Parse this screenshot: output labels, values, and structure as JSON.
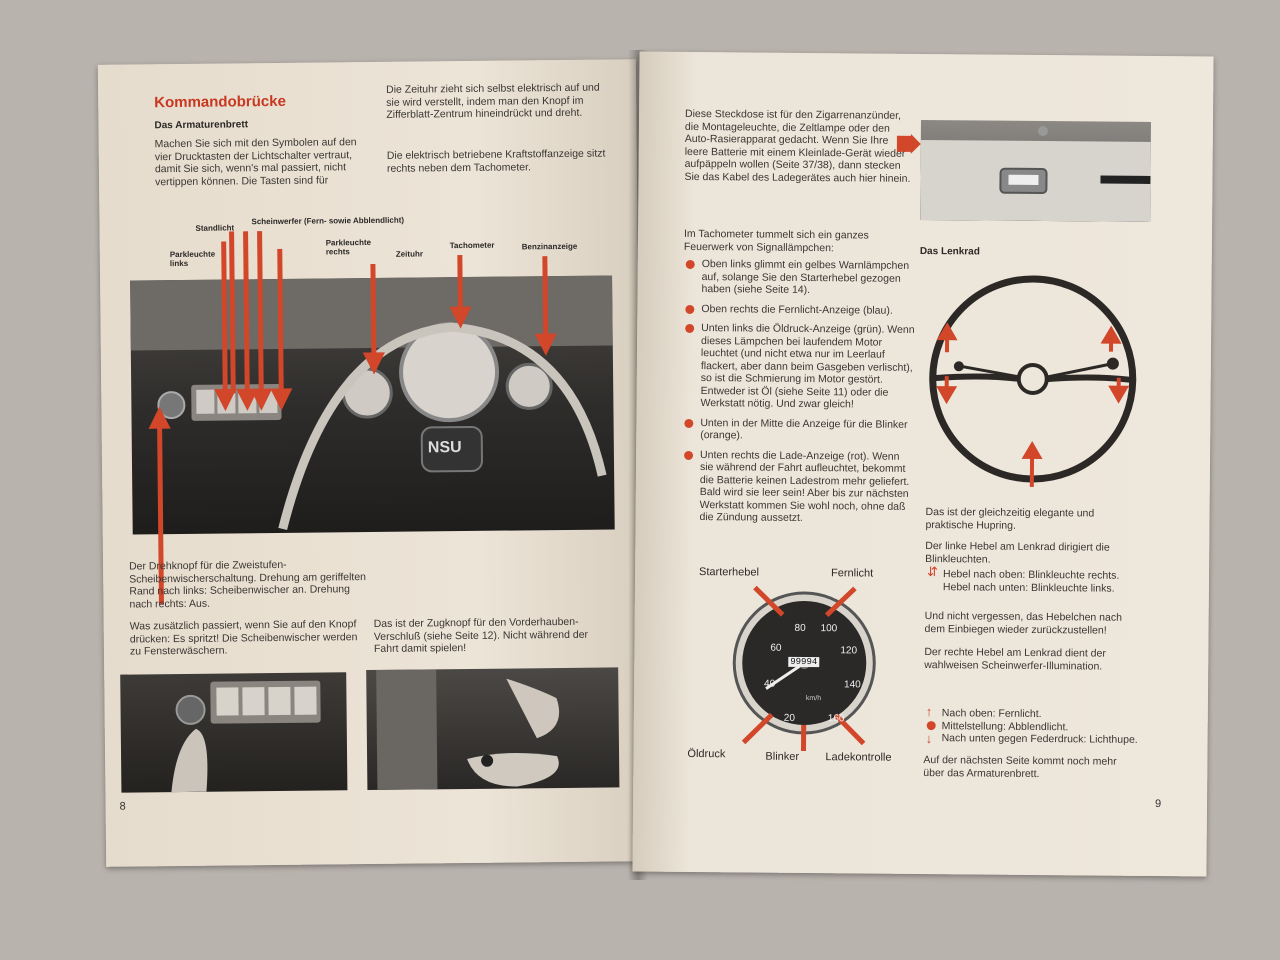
{
  "left_page": {
    "title": "Kommandobrücke",
    "subtitle": "Das Armaturenbrett",
    "intro": "Machen Sie sich mit den Symbolen auf den vier Drucktasten der Lichtschalter vertraut, damit Sie sich, wenn's mal passiert, nicht vertippen können. Die Tasten sind für",
    "clock_text": "Die Zeituhr zieht sich selbst elektrisch auf und sie wird verstellt, indem man den Knopf im Zifferblatt-Zentrum hineindrückt und dreht.",
    "fuel_text": "Die elektrisch betriebene Kraftstoffanzeige sitzt rechts neben dem Tachometer.",
    "labels": {
      "standlicht": "Standlicht",
      "scheinwerfer": "Scheinwerfer (Fern- sowie Abblendlicht)",
      "parkleuchte_links": "Parkleuchte links",
      "parkleuchte_rechts": "Parkleuchte rechts",
      "zeituhr": "Zeituhr",
      "tachometer": "Tachometer",
      "benzinanzeige": "Benzinanzeige"
    },
    "dash_badge": "NSU",
    "wiper_text": "Der Drehknopf für die Zweistufen-Scheibenwischerschaltung. Drehung am geriffelten Rand nach links: Scheibenwischer an. Drehung nach rechts: Aus.",
    "washer_text": "Was zusätzlich passiert, wenn Sie auf den Knopf drücken: Es spritzt! Die Scheibenwischer werden zu Fensterwäschern.",
    "hood_text": "Das ist der Zugknopf für den Vorderhauben-Verschluß (siehe Seite 12). Nicht während der Fahrt damit spielen!",
    "page_number": "8"
  },
  "right_page": {
    "socket_text": "Diese Steckdose ist für den Zigarrenanzünder, die Montageleuchte, die Zeltlampe oder den Auto-Rasierapparat gedacht. Wenn Sie Ihre leere Batterie mit einem Kleinlade-Gerät wieder aufpäppeln wollen (Seite 37/38), dann stecken Sie das Kabel des Ladegerätes auch hier hinein.",
    "tacho_intro": "Im Tachometer tummelt sich ein ganzes Feuerwerk von Signallämpchen:",
    "bullets": [
      "Oben links glimmt ein gelbes Warnlämpchen auf, solange Sie den Starterhebel gezogen haben (siehe Seite 14).",
      "Oben rechts die Fernlicht-Anzeige (blau).",
      "Unten links die Öldruck-Anzeige (grün). Wenn dieses Lämpchen bei laufendem Motor leuchtet (und nicht etwa nur im Leerlauf flackert, aber dann beim Gasgeben verlischt), so ist die Schmierung im Motor gestört. Entweder ist Öl (siehe Seite 11) oder die Werkstatt nötig. Und zwar gleich!",
      "Unten in der Mitte die Anzeige für die Blinker (orange).",
      "Unten rechts die Lade-Anzeige (rot). Wenn sie während der Fahrt aufleuchtet, bekommt die Batterie keinen Ladestrom mehr geliefert. Bald wird sie leer sein! Aber bis zur nächsten Werkstatt kommen Sie wohl noch, ohne daß die Zündung aussetzt."
    ],
    "gauge_labels": {
      "starterhebel": "Starterhebel",
      "fernlicht": "Fernlicht",
      "oeldruck": "Öldruck",
      "blinker": "Blinker",
      "ladekontrolle": "Ladekontrolle"
    },
    "gauge_numbers": [
      "20",
      "40",
      "60",
      "80",
      "100",
      "120",
      "140",
      "160"
    ],
    "odometer": "99994",
    "gauge_unit": "km/h",
    "steering_title": "Das Lenkrad",
    "horn_text": "Das ist der gleichzeitig elegante und praktische Hupring.",
    "left_lever_text": "Der linke Hebel am Lenkrad dirigiert die Blinkleuchten.",
    "lever_up": "Hebel nach oben: Blinkleuchte rechts.",
    "lever_down": "Hebel nach unten: Blinkleuchte links.",
    "reminder_text": "Und nicht vergessen, das Hebelchen nach dem Einbiegen wieder zurückzustellen!",
    "right_lever_text": "Der rechte Hebel am Lenkrad dient der wahlweisen Scheinwerfer-Illumination.",
    "light_up": "Nach oben: Fernlicht.",
    "light_mid": "Mittelstellung: Abblendlicht.",
    "light_down": "Nach unten gegen Federdruck: Lichthupe.",
    "next_page_text": "Auf der nächsten Seite kommt noch mehr über das Armaturenbrett.",
    "page_number": "9"
  },
  "colors": {
    "accent_red": "#d2462a",
    "paper": "#e9e1d4",
    "ink": "#2a2826"
  }
}
